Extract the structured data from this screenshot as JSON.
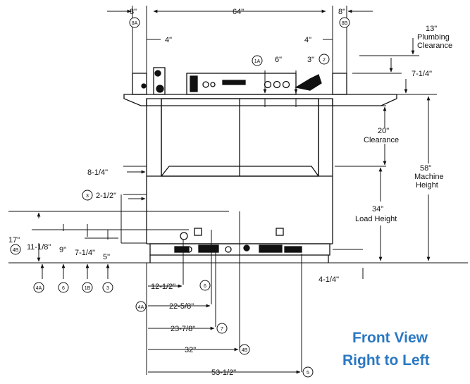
{
  "title": {
    "line1": "Front View",
    "line2": "Right to Left"
  },
  "top_dims": {
    "left_clear": "8\"",
    "width": "64\"",
    "right_clear": "8\"",
    "left_small": "4\"",
    "right_small": "4\""
  },
  "right_dims": {
    "plumbing_value": "13\"",
    "plumbing_l1": "Plumbing",
    "plumbing_l2": "Clearance",
    "hood": "7-1/4\"",
    "clear_value": "20\"",
    "clear_label": "Clearance",
    "machine_value": "58\"",
    "machine_l1": "Machine",
    "machine_l2": "Height",
    "load_value": "34\"",
    "load_label": "Load Height",
    "foot": "4-1/4\""
  },
  "upper_dims": {
    "d1a": "6\"",
    "d2": "3\"",
    "d814": "8-1/4\"",
    "d212": "2-1/2\""
  },
  "left_dims": {
    "d17": "17\"",
    "d1118": "11-1/8\"",
    "d9": "9\"",
    "d714": "7-1/4\"",
    "d5": "5\""
  },
  "bottom_dims": {
    "d1212": "12-1/2\"",
    "d2258": "22-5/8\"",
    "d2378": "23-7/8\"",
    "d32": "32\"",
    "d5312": "53-1/2\""
  },
  "callouts": {
    "c1a": "1A",
    "c2": "2",
    "c3": "3",
    "c3b": "3",
    "c4a": "4A",
    "c4a2": "4A",
    "c4b": "4B",
    "c4b2": "4B",
    "c5": "5",
    "c6": "6",
    "c6b": "6",
    "c7": "7",
    "c8a": "8A",
    "c8b": "8B",
    "c1b": "1B"
  },
  "colors": {
    "title": "#2b78c2",
    "line": "#111111"
  }
}
